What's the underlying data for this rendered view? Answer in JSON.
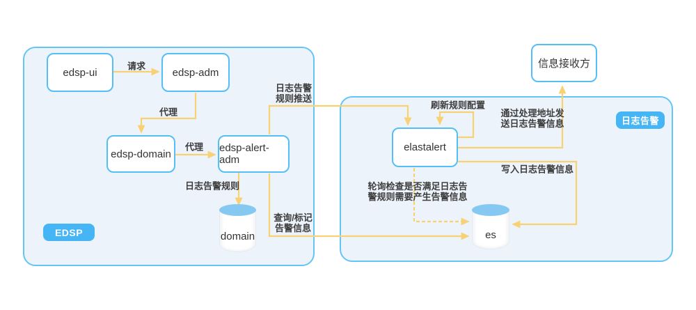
{
  "containers": {
    "edsp": {
      "badge": "EDSP"
    },
    "log_alert": {
      "badge": "日志告警"
    }
  },
  "nodes": {
    "edsp_ui": {
      "label": "edsp-ui",
      "type": "service"
    },
    "edsp_adm": {
      "label": "edsp-adm",
      "type": "service"
    },
    "edsp_domain": {
      "label": "edsp-domain",
      "type": "service"
    },
    "edsp_alert_adm": {
      "label": "edsp-alert-adm",
      "type": "service"
    },
    "domain_db": {
      "label": "domain",
      "type": "database"
    },
    "elastalert": {
      "label": "elastalert",
      "type": "service"
    },
    "es_db": {
      "label": "es",
      "type": "database"
    },
    "receiver": {
      "label": "信息接收方",
      "type": "service"
    }
  },
  "edges": {
    "request": {
      "from": "edsp-ui",
      "to": "edsp-adm",
      "label": "请求",
      "style": "solid"
    },
    "proxy_adm": {
      "from": "edsp-adm",
      "to": "edsp-domain",
      "label": "代理",
      "style": "solid"
    },
    "proxy_domain": {
      "from": "edsp-domain",
      "to": "edsp-alert-adm",
      "label": "代理",
      "style": "solid"
    },
    "log_alert_rule": {
      "from": "edsp-alert-adm",
      "to": "domain",
      "label": "日志告警规则",
      "style": "solid"
    },
    "rule_push": {
      "from": "edsp-alert-adm",
      "to": "elastalert",
      "label": "日志告警\n规则推送",
      "style": "solid"
    },
    "refresh_rules": {
      "from": "elastalert",
      "to": "elastalert",
      "label": "刷新规则配置",
      "style": "solid"
    },
    "send_alert": {
      "from": "elastalert",
      "to": "信息接收方",
      "label": "通过处理地址发\n送日志告警信息",
      "style": "solid"
    },
    "write_alert": {
      "from": "elastalert",
      "to": "es",
      "label": "写入日志告警信息",
      "style": "solid"
    },
    "poll_check": {
      "from": "elastalert",
      "to": "es",
      "label": "轮询检查是否满足日志告\n警规则需要产生告警信息",
      "style": "dashed"
    },
    "query_mark": {
      "from": "edsp-alert-adm",
      "to": "es",
      "label": "查询/标记\n告警信息",
      "style": "solid"
    }
  },
  "colors": {
    "container_fill": "#EDF3FA",
    "container_border": "#63C5F6",
    "node_border": "#54BFF6",
    "node_fill": "#FFFFFF",
    "badge_fill": "#45B5F6",
    "badge_text": "#FFFFFF",
    "edge_line": "#F7D173",
    "label_text": "#3D3D3D",
    "cylinder_top": "#85C9F2"
  }
}
